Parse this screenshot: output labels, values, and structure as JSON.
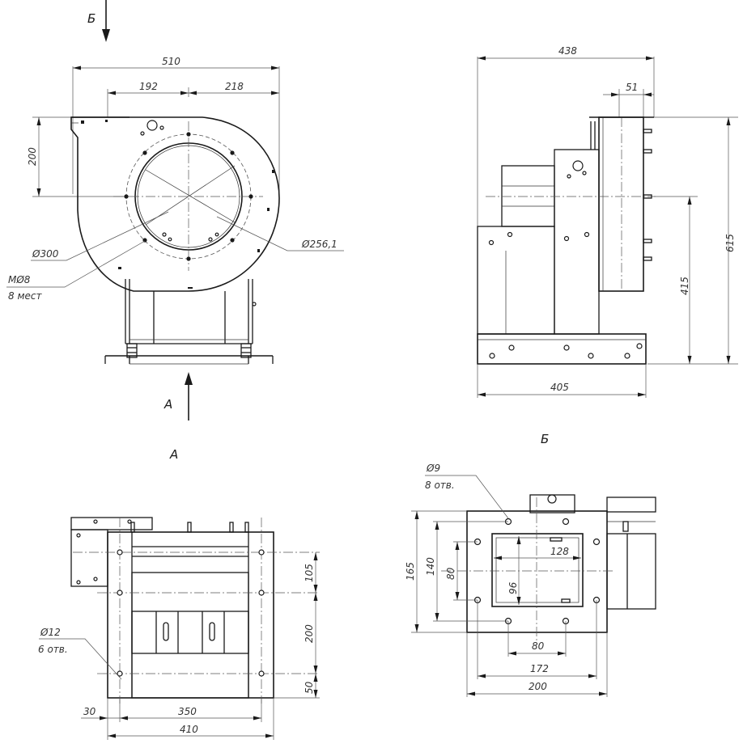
{
  "view_labels": {
    "b_top": "Б",
    "a_arrow": "А",
    "a_title": "А",
    "b_title": "Б"
  },
  "front_view": {
    "dim_total_width": "510",
    "dim_left": "192",
    "dim_right": "218",
    "dim_height": "200",
    "dia_outer": "Ø300",
    "dia_inner": "Ø256,1",
    "bolt_label": "MØ8",
    "bolt_count": "8 мест"
  },
  "side_view": {
    "dim_width": "438",
    "dim_flange": "51",
    "dim_total_height": "615",
    "dim_axis_height": "415",
    "dim_base": "405"
  },
  "view_a": {
    "hole_dia": "Ø12",
    "hole_count": "6 отв.",
    "dim_105": "105",
    "dim_200": "200",
    "dim_50": "50",
    "dim_30": "30",
    "dim_350": "350",
    "dim_410": "410"
  },
  "view_b": {
    "hole_dia": "Ø9",
    "hole_count": "8 отв.",
    "dim_165": "165",
    "dim_140": "140",
    "dim_80v": "80",
    "dim_96": "96",
    "dim_128": "128",
    "dim_80h": "80",
    "dim_172": "172",
    "dim_200": "200"
  }
}
